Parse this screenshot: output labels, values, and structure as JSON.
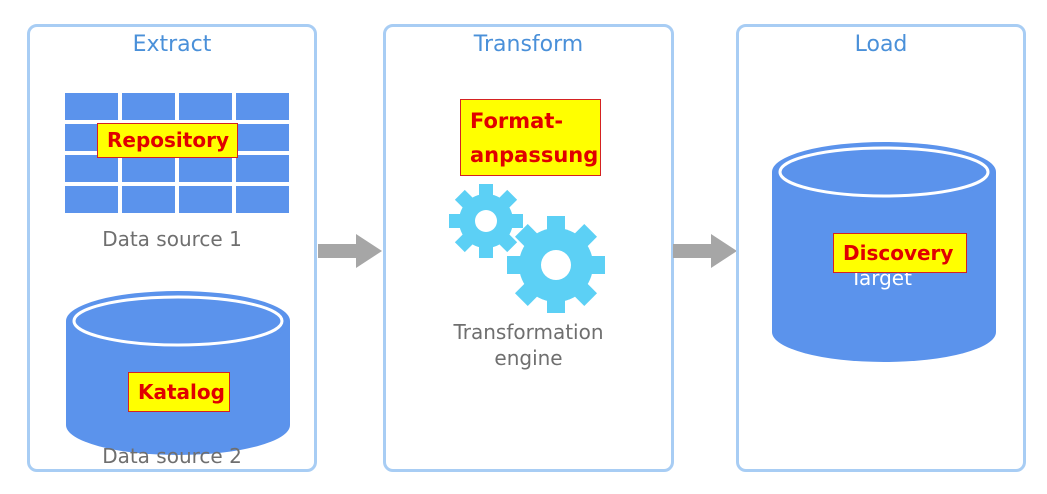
{
  "panels": {
    "extract": {
      "title": "Extract",
      "source1_label": "Data source 1",
      "source2_label": "Data source 2",
      "repository_label": "Repository",
      "katalog_label": "Katalog"
    },
    "transform": {
      "title": "Transform",
      "engine_label_line1": "Transformation",
      "engine_label_line2": "engine",
      "format_label_line1": "Format-",
      "format_label_line2": "anpassung"
    },
    "load": {
      "title": "Load",
      "target_label": "Target",
      "discovery_label": "Discovery"
    }
  },
  "colors": {
    "panel_border": "#a8cdf4",
    "title": "#4a90d9",
    "shape": "#5b93ec",
    "gear": "#5cd0f5",
    "arrow": "#a6a6a6",
    "overlay_bg": "#ffff00",
    "overlay_text": "#e00000"
  }
}
